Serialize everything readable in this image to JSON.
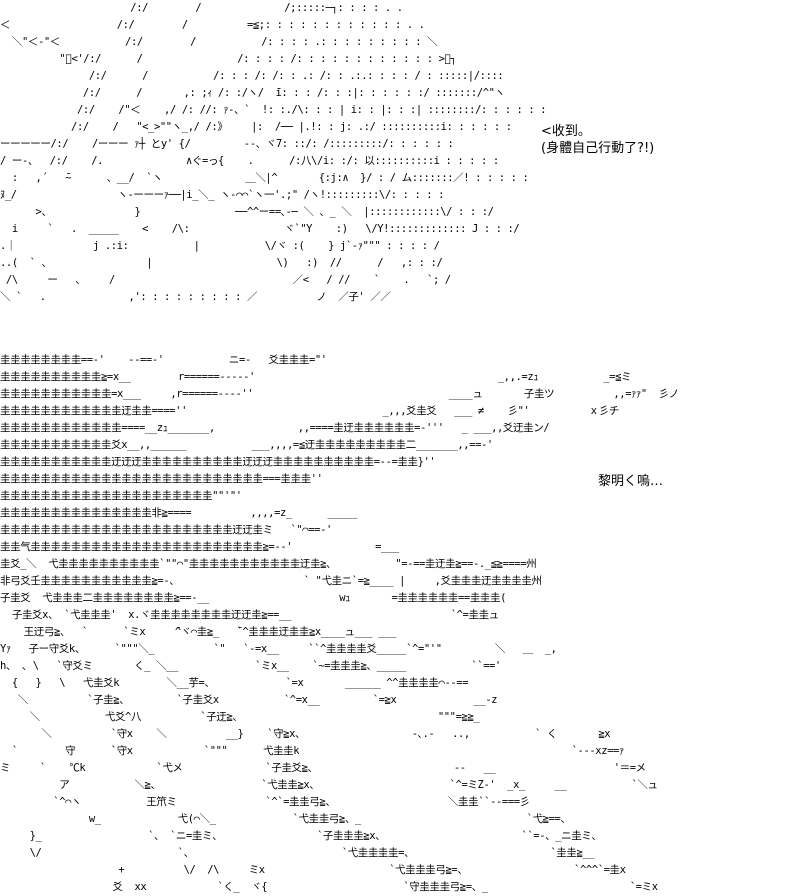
{
  "panels": {
    "top": {
      "art_lines": [
        "                      /:/        /              /;:::::─┐: : : : . .",
        "＜                  /:/        /          =≦;: : : : : : : : : : : : . .",
        "  ＼\"＜-\"＜           /:/        /           /: : : : .: : : : : : : : : ＼",
        "          \"ﾞ<'/:/      /                /: : : : /: : : : : : : : : : : : >ー┐",
        "               /:/      /           /: : : /: /: : .: /: : .:.: : : : / : :::::|/::::",
        "              /:/      /       ,: ;ｨ /: :/ヽ/  ̄i: : : /: : :|: : : : : :/ :::::::/^\"ヽ",
        "             /:/    /\"＜    ,/ /: //: ｧ-、`  !: :./\\: : : | i: : |: : :| ::::::::/: : : : : :",
        "            /:/    /   \"<_>\"\"ヽ_,/ /:》    |:  /── |.!: : j: .:/ ::::::::::i: : : : : :",
        "ーーーーー/:/    /ーーー ｧ┼ とy' {/         --、ヾ7: ::/: /:::::::::/: : : : : :",
        "/ ー-、  /:/    /.              ∧ぐ=っ{    .      /:八\\/i: :/: 以::::::::::i : : : : :",
        "  :   ,´   ̄~      、__/  `ヽ              ＿＼|^       {:j:∧  }/ : / ム:::::::／! : : : : :",
        "ﾇ_/                 ヽ-ーーーｧ──|i_＼_ ヽ-⌒⌒`ヽ一'.;\" /ヽ!:::::::::\\/: : : : :",
        "      >、              }                ──^^ー==､-─ ＼ 、_ ＼  |::::::::::::\\/ : : :/",
        "  i     `   .  _____    <    /\\:                ヾ`\"Y    :)   \\/Y!::::::::::::: J : : :/",
        ".｜             j .:i:           |           \\/ヾ :(    } j`-ｧ\"\"\" : : : : /",
        "..(  ` 、                |                     \\)   :)  //      /   ,: : :/",
        " /\\     ー   、    /                              ／<   / //    `    .   `; /",
        "＼ `   .              ,': : : : : : : : : ／          ノ  ／子' ／／"
      ]
    },
    "bottom": {
      "art_lines": [
        "圭圭圭圭圭圭圭圭==-'    --==-'           ニ=-   爻圭圭圭=\"'",
        "圭圭圭圭圭圭圭圭圭圭≧=x__        r======-----'                                         _,,.=zｭ           _=≦ミ",
        "圭圭圭圭圭圭圭圭圭圭圭=x___     ,r======----''                                 ____ュ       子圭ツ          ,,=ｧｧ\"  彡ノ",
        "圭圭圭圭圭圭圭圭圭圭圭圭迂圭圭====''                                 _,,,爻圭爻   ___ ≠    彡\"'          ｘ彡チ",
        "圭圭圭圭圭圭圭圭圭圭圭圭====__zｭ_______,              ,,====圭迂圭圭圭圭圭圭=-'''   _ ___,,爻迂圭ン/",
        "圭圭圭圭圭圭圭圭圭圭圭爻x__,,______           ___,,,,=≦迂圭圭圭圭圭圭圭圭圭二_______,,==-'",
        "圭圭圭圭圭圭圭圭圭圭圭迂迂迂圭圭圭圭圭圭圭圭圭圭迂迂迂圭圭圭圭圭圭圭圭圭圭=--=圭圭}''",
        "圭圭圭圭圭圭圭圭圭圭圭圭圭圭圭圭圭圭圭圭圭圭圭圭圭圭===圭圭圭''",
        "圭圭圭圭圭圭圭圭圭圭圭圭圭圭圭圭圭圭圭圭圭\"\"'\"'",
        "圭圭圭圭圭圭圭圭圭圭圭圭圭圭圭非≧====          ,,,,=z_      _____",
        "圭圭圭圭圭圭圭圭圭圭圭圭圭圭圭圭圭圭圭圭圭圭圭迂迂圭ミ   `\"⌒==-'",
        "圭圭气圭圭圭圭圭圭圭圭圭圭圭圭圭圭圭圭圭圭圭圭圭圭圭≧=--'              =___",
        "圭爻_＼  弋圭圭圭圭圭圭圭圭圭圭`\"\"⌒\"圭圭圭圭圭圭圭圭圭圭圭迂圭≧、          \"=-==圭迂圭≧==-._≦≧====州",
        "非弓爻壬圭圭圭圭圭圭圭圭圭圭圭≧=-、                     ` \"弋圭ニ`=≧____ |     ,爻圭圭圭迂圭圭圭圭州",
        "子圭爻  弋圭圭圭二圭圭圭圭圭圭圭圭≧==-__                      wｭ       =圭圭圭圭圭圭==圭圭圭(",
        "  子圭爻x、 `弋圭圭圭'  x.ヾ圭圭圭圭圭圭圭圭迂迂圭≧==__                           `^=圭圭ュ",
        "    王迂弓≧、  `      `ミx     ̄^ヾ⌒圭≧_   ̄`^圭圭圭迂圭圭≧x____ュ___ ___",
        "Yｧ   子ー守爻k、     `\"\"\"＼_          `\"   `-=x__     ``^圭圭圭圭爻_____`^=\"'\"         ＼   ＿  _,",
        "h、 ､ \\   `守爻ミ       く_ ＼__             `ミx__    `~=圭圭圭≧、_____           ``=='",
        "  {   }   \\   弋圭爻k        ＼__芋=、            `=x       ______ ^^圭圭圭圭⌒--==",
        "   ＼          `子圭≧、        `子圭爻x           `^=x__         `=≧x             __-z",
        "     ＼           弋爻^八          `子迂≧、                                 \"\"\"=≧≧_",
        "       ＼          `守x    ＼          __}    `守≧x、                  -､.-   ..,           ` く       ≧x",
        "  `        守      `守x            `\"\"\"      弋圭圭k                                              `---xz==ｧ",
        "ミ     `    ℃k            `弋メ              `子圭爻≧、                       --   __                    '＝=メ",
        "          ア           ＼≧、                 `弋圭圭≧x、                      `^=ミZ-'  _x_     __           `＼ュ",
        "         `^⌒ヽ           王笊ミ               `^`=圭圭弓≧、                   ＼圭圭``--===彡",
        "               w_             弋(⌒＼_             `弋圭圭弓≧、_                            `弋≧==、",
        "     }_                  `、 `ニ=圭ミ、                `子圭圭圭≧x、                       ``=-、_ニ圭ミ、",
        "     \\/                       `、                         `弋圭圭圭圭=、                       `圭圭≧__",
        "                    +          \\/  /\\     ミx                     `弋圭圭圭弓≧=、                  `^^^`=圭x",
        "                   爻  xx            `く_  ヾ{                       `守圭圭圭弓≧=、_                        `=ミx"
      ]
    }
  },
  "captions": {
    "line1": "<收到。",
    "line2": "(身體自己行動了?!)",
    "line3": "黎明く嗚…"
  }
}
